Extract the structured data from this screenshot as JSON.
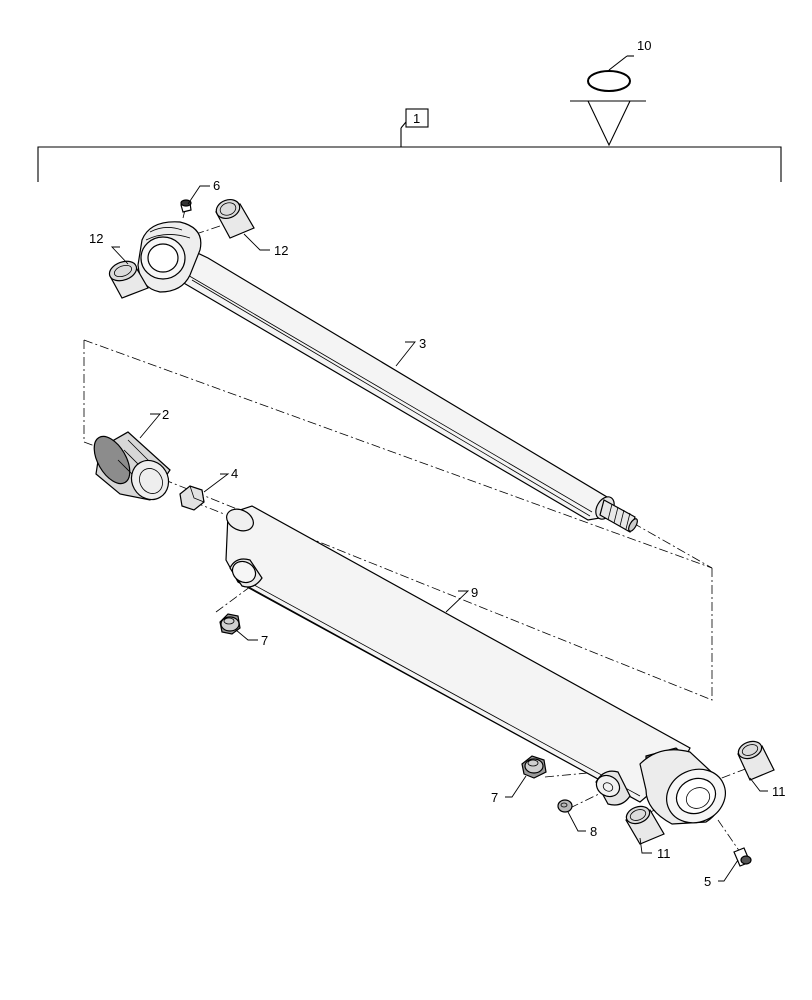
{
  "callouts": {
    "c1": "1",
    "c2": "2",
    "c3": "3",
    "c4": "4",
    "c5": "5",
    "c6": "6",
    "c7a": "7",
    "c7b": "7",
    "c8": "8",
    "c9": "9",
    "c10": "10",
    "c11a": "11",
    "c11b": "11",
    "c12a": "12",
    "c12b": "12"
  },
  "colors": {
    "line": "#000000",
    "shade_light": "#f2f2f2",
    "shade_mid": "#d9d9d9",
    "shade_dark": "#8c8c8c"
  }
}
